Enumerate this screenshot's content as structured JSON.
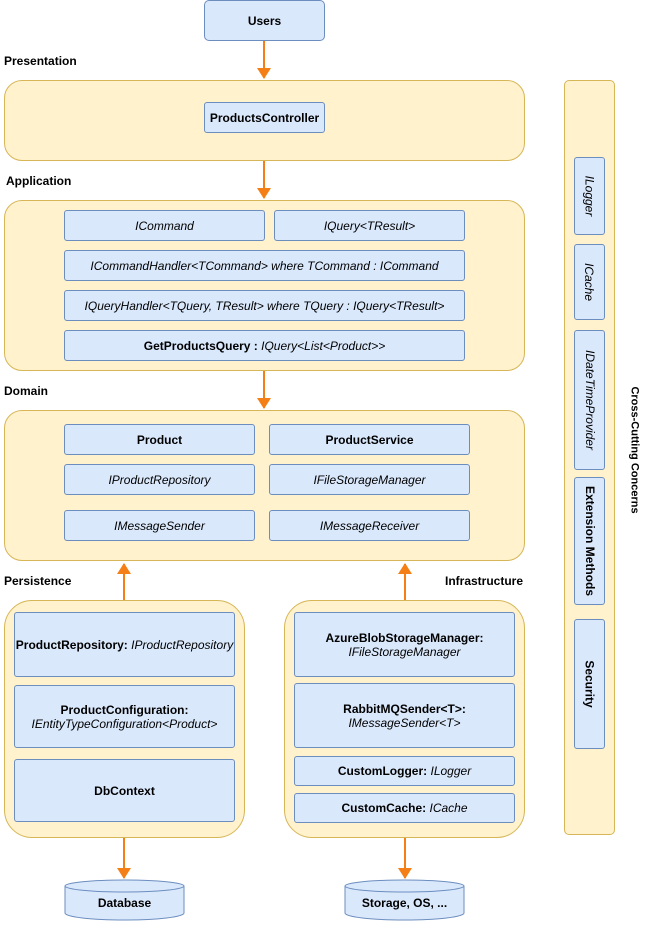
{
  "users": "Users",
  "labels": {
    "presentation": "Presentation",
    "application": "Application",
    "domain": "Domain",
    "persistence": "Persistence",
    "infrastructure": "Infrastructure",
    "cross_cutting": "Cross-Cutting Concerns"
  },
  "presentation": {
    "controller": "ProductsController"
  },
  "application": {
    "icommand": "ICommand",
    "iquery": "IQuery<TResult>",
    "icommand_handler": "ICommandHandler<TCommand> where TCommand : ICommand",
    "iquery_handler": "IQueryHandler<TQuery, TResult> where TQuery : IQuery<TResult>",
    "get_products_query_name": "GetProductsQuery : ",
    "get_products_query_type": "IQuery<List<Product>>"
  },
  "domain": {
    "product": "Product",
    "product_service": "ProductService",
    "iproduct_repository": "IProductRepository",
    "ifile_storage_manager": "IFileStorageManager",
    "imessage_sender": "IMessageSender",
    "imessage_receiver": "IMessageReceiver"
  },
  "persistence": {
    "repo_name": "ProductRepository: ",
    "repo_type": "IProductRepository",
    "config_name": "ProductConfiguration:",
    "config_type": "IEntityTypeConfiguration<Product>",
    "dbcontext": "DbContext"
  },
  "infrastructure": {
    "azure_name": "AzureBlobStorageManager:",
    "azure_type": "IFileStorageManager",
    "rabbit_name": "RabbitMQSender<T>:",
    "rabbit_type": "IMessageSender<T>",
    "logger_name": "CustomLogger: ",
    "logger_type": "ILogger",
    "cache_name": "CustomCache: ",
    "cache_type": "ICache"
  },
  "cross_cutting": {
    "ilogger": "ILogger",
    "icache": "ICache",
    "idatetime": "IDateTimeProvider",
    "extension_methods": "Extension Methods",
    "security": "Security"
  },
  "stores": {
    "database": "Database",
    "storage": "Storage, OS, ..."
  },
  "colors": {
    "layer_fill": "#fff2cc",
    "layer_border": "#d6b656",
    "box_fill": "#dae8fc",
    "box_border": "#6c8ebf",
    "arrow": "#f57f17"
  }
}
